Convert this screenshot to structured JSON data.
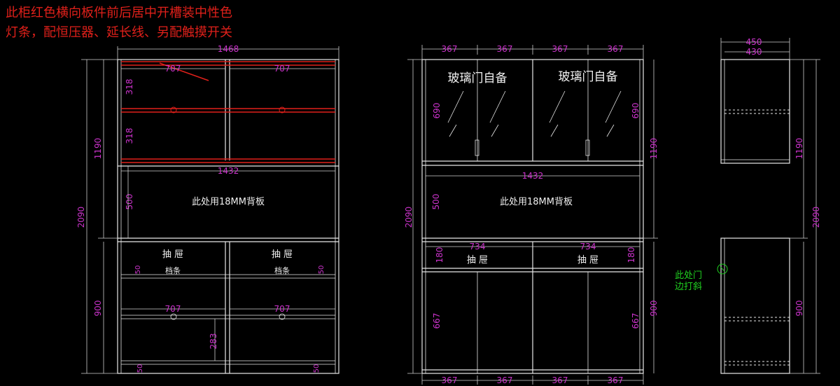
{
  "colors": {
    "background": "#000000",
    "lines": "#e8e8e8",
    "dimensions": "#cc33cc",
    "red_led": "#e0201a",
    "note_green": "#20d020",
    "yellow_mark": "#d8c800"
  },
  "notes": {
    "red_line_1": "此柜红色横向板件前后居中开槽装中性色",
    "red_line_2": "灯条，配恒压器、延长线、另配触摸开关",
    "green_line_1": "此处门",
    "green_line_2": "边打斜"
  },
  "left_view": {
    "total_width": "1468",
    "half_width_top_left": "707",
    "half_width_top_right": "707",
    "inner_width": "1432",
    "shelf_gap_1": "318",
    "shelf_gap_2": "318",
    "open_height": "500",
    "upper_height": "1190",
    "total_height": "2090",
    "lower_height": "900",
    "back_panel_note": "此处用18MM背板",
    "drawer_left": "抽 屉",
    "drawer_right": "抽 屉",
    "stop_left": "档条",
    "stop_right": "档条",
    "stop_dim_left": "50",
    "stop_dim_right": "50",
    "lower_half_left": "707",
    "lower_half_right": "707",
    "inner_shelf_height": "283",
    "bottom_dim_left": "50",
    "bottom_dim_right": "50"
  },
  "middle_view": {
    "top_segments": [
      "367",
      "367",
      "367",
      "367"
    ],
    "bottom_segments": [
      "367",
      "367",
      "367",
      "367"
    ],
    "glass_door_left": "玻璃门自备",
    "glass_door_right": "玻璃门自备",
    "glass_height_left": "690",
    "glass_height_right": "690",
    "upper_height": "1190",
    "total_height": "2090",
    "inner_width": "1432",
    "open_height": "500",
    "back_panel_note": "此处用18MM背板",
    "drawer_width_left": "734",
    "drawer_width_right": "734",
    "drawer_height_left": "180",
    "drawer_height_right": "180",
    "drawer_left": "抽 屉",
    "drawer_right": "抽 屉",
    "lower_height": "900",
    "door_height_left": "667",
    "door_height_right": "667"
  },
  "side_view": {
    "depth_outer": "450",
    "depth_inner": "430",
    "upper_height": "1190",
    "total_height": "2090",
    "lower_height": "900"
  }
}
